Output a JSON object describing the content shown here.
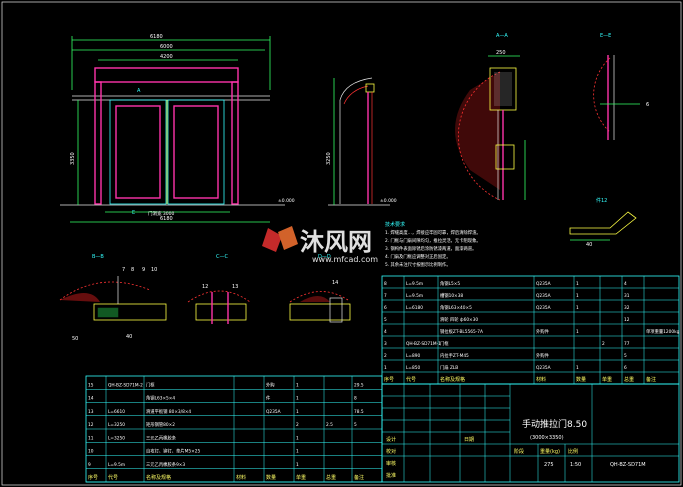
{
  "elevation": {
    "dim_total": "6180",
    "dim_mid": "6000",
    "dim_inner": "4200",
    "dim_height": "3350",
    "dim_bottom": "6180",
    "opening": "门洞宽 3000",
    "mark_a": "A",
    "mark_e": "E",
    "level": "±0.000"
  },
  "side": {
    "dim_height": "3250",
    "level": "±0.000"
  },
  "section_aa": {
    "title": "A—A",
    "dim": "250"
  },
  "section_ee": {
    "title": "E—E",
    "dim": "6"
  },
  "detail_part": {
    "title": "件12",
    "dim": "40"
  },
  "sections": [
    {
      "title": "B—B",
      "labels": [
        "7",
        "8",
        "9",
        "10"
      ],
      "dim": "50",
      "dim2": "40"
    },
    {
      "title": "C—C",
      "labels": [
        "12",
        "13"
      ],
      "dim": ""
    },
    {
      "title": "D—D",
      "labels": [
        "14"
      ],
      "dim": ""
    }
  ],
  "tech_notes": {
    "heading": "技术要求",
    "lines": [
      "1. 焊缝高度…，焊接应牢固可靠，焊后清除焊渣。",
      "2. 门框与门扇间隙均匀，推拉灵活，无卡阻现象。",
      "3. 钢构件表面除锈后涂防锈漆两道，面漆两道。",
      "4. 门扇及门框应调整对正后固定。",
      "5. 其余未注尺寸按图示比例制作。"
    ]
  },
  "parts_top": {
    "rows": [
      [
        "8",
        "L=9.5m",
        "角钢L5×5",
        "Q235A",
        "1",
        "",
        "4",
        ""
      ],
      [
        "7",
        "L=9.5m",
        "槽钢10×38",
        "Q235A",
        "1",
        "",
        "31",
        ""
      ],
      [
        "6",
        "L=6180",
        "角钢L63×40×5",
        "Q235A",
        "1",
        "",
        "32",
        ""
      ],
      [
        "5",
        "",
        "滑轮 四轮 ф60×30",
        "",
        "",
        "",
        "12",
        ""
      ],
      [
        "4",
        "",
        "钢拉板ZT-BL5565-7A",
        "外购件",
        "1",
        "",
        "",
        "单项重量1200kg"
      ],
      [
        "3",
        "QH-BZ-SD71M-1",
        "门框",
        "",
        "",
        "2",
        "77",
        ""
      ],
      [
        "2",
        "L=890",
        "内拉手ZT-M45",
        "外购件",
        "",
        "",
        "5",
        ""
      ],
      [
        "1",
        "L=850",
        "门扇 ZLB",
        "Q235A",
        "1",
        "",
        "6",
        ""
      ]
    ],
    "footer": [
      "序号",
      "代号",
      "名称及规格",
      "材料",
      "数量",
      "单重",
      "总重",
      "备注"
    ]
  },
  "parts_bottom": {
    "rows": [
      [
        "15",
        "QH-BZ-SD71M-2",
        "门框",
        "",
        "外购",
        "1",
        "",
        "29.5"
      ],
      [
        "14",
        "",
        "角钢L63×5×4",
        "",
        "件",
        "1",
        "",
        "8"
      ],
      [
        "13",
        "L=6610",
        "滑道平板钢 80×3/8×4",
        "",
        "Q235A",
        "1",
        "",
        "78.5"
      ],
      [
        "12",
        "L=3250",
        "矩形钢管80×2",
        "",
        "",
        "2",
        "2.5",
        "5"
      ],
      [
        "11",
        "L=3250",
        "三元乙丙橡胶条",
        "",
        "",
        "1",
        "",
        ""
      ],
      [
        "10",
        "",
        "自攻钉、铆钉、垫片M5×25",
        "",
        "",
        "1",
        "",
        ""
      ],
      [
        "9",
        "L=9.5m",
        "三元乙丙橡胶条9×3",
        "",
        "",
        "1",
        "",
        ""
      ]
    ],
    "footer": [
      "序号",
      "代号",
      "名称及规格",
      "材料",
      "数量",
      "单重",
      "总重",
      "备注"
    ]
  },
  "title_block": {
    "name": "手动推拉门8.50",
    "size": "(3000×3350)",
    "code": "QH-BZ-SD71M",
    "phase": "阶段",
    "weight": "重量(kg)",
    "ratio": "比例",
    "weight_val": "275",
    "ratio_val": "1:50",
    "h_design": "设计",
    "h_check": "校对",
    "h_review": "审核",
    "h_approve": "批准",
    "h_date": "日期"
  },
  "watermark": {
    "brand": "沐风网",
    "url": "www.mfcad.com"
  }
}
